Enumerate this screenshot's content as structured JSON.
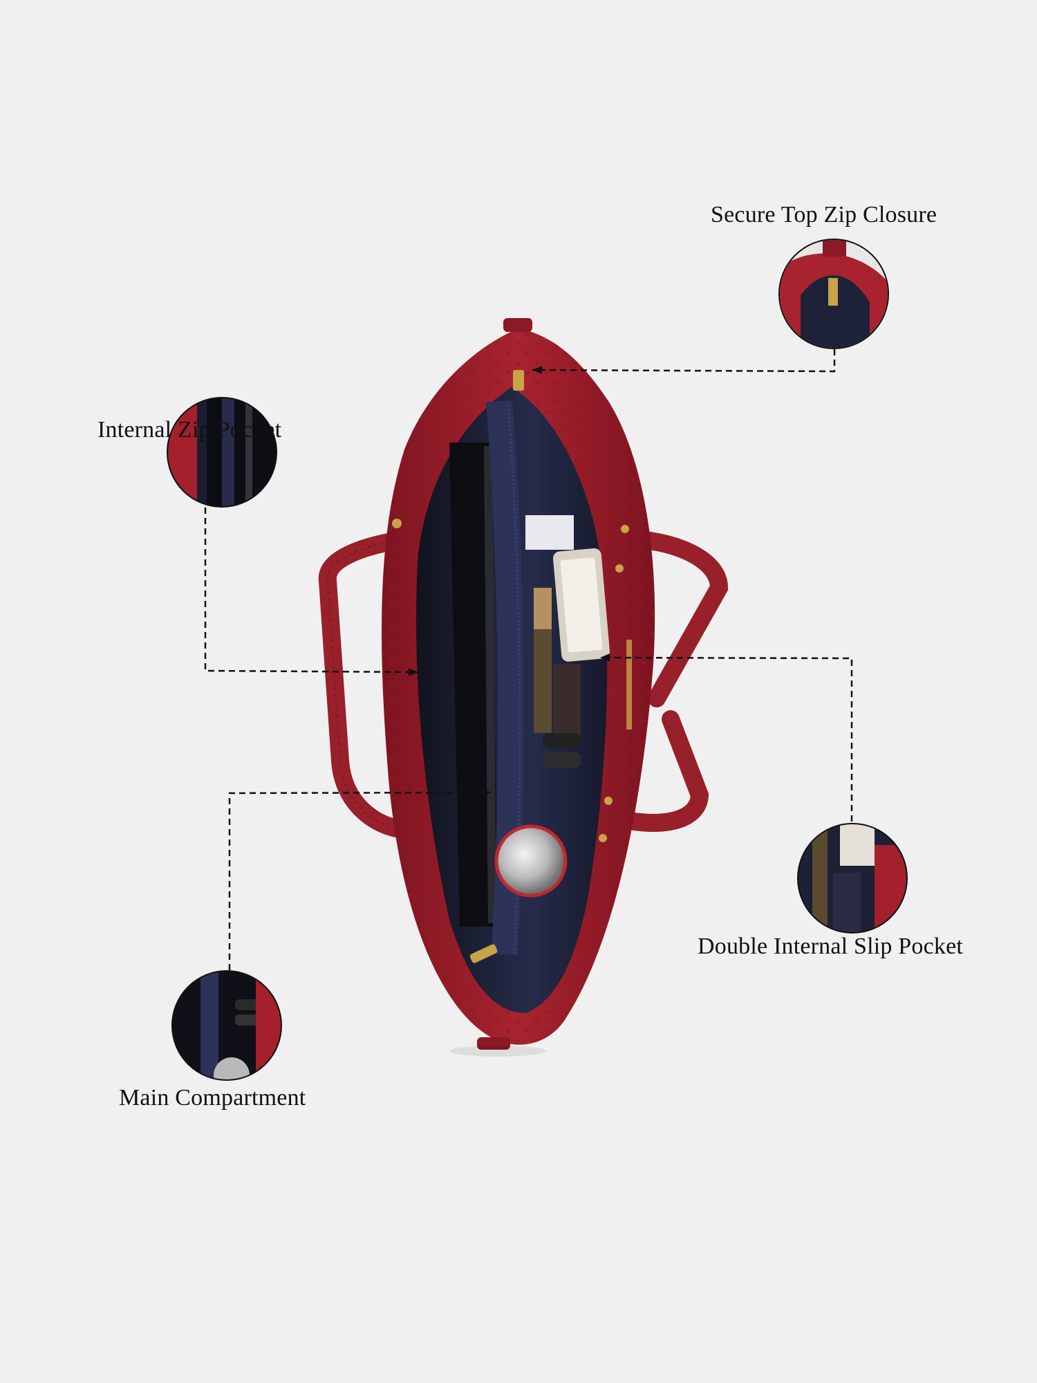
{
  "callouts": {
    "zip_closure": "Secure Top Zip Closure",
    "internal_pocket": "Internal Zip Pocket",
    "double_slip_pocket": "Double Internal Slip Pocket",
    "main_compartment": "Main Compartment"
  },
  "colors": {
    "background": "#f0f0f0",
    "bag_leather": "#a3202c",
    "lining": "#1f2440",
    "hardware": "#c9a24a"
  }
}
